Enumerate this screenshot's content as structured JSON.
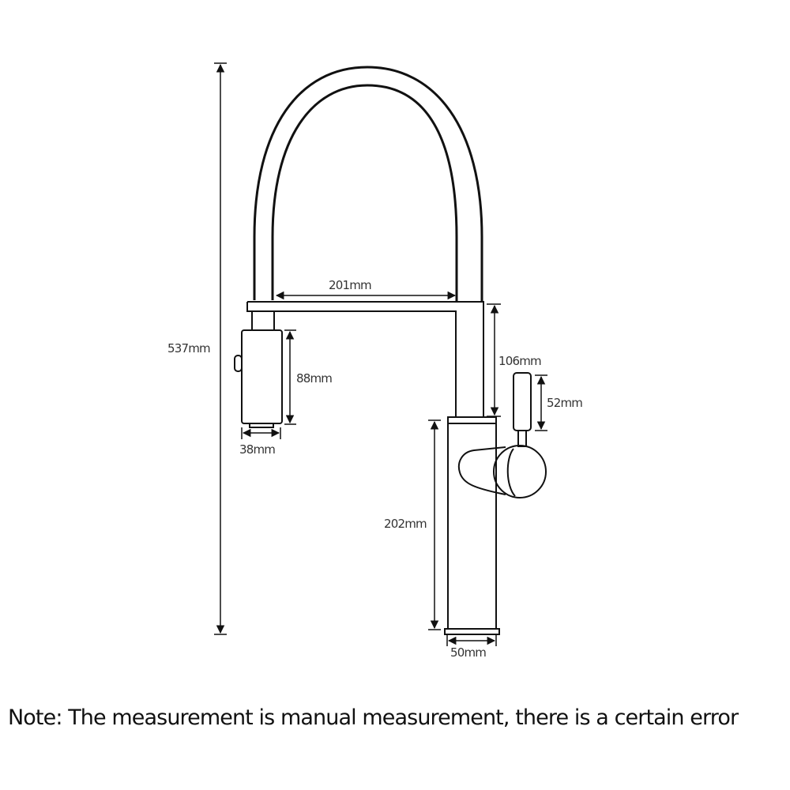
{
  "diagram": {
    "title": "Pull-down kitchen faucet dimensions",
    "dimensions": {
      "total_height": "537mm",
      "spout_reach": "201mm",
      "arm_height": "106mm",
      "lever_height": "52mm",
      "sprayer_height": "88mm",
      "sprayer_width": "38mm",
      "body_height": "202mm",
      "base_diameter": "50mm"
    },
    "colors": {
      "line": "#111111",
      "text": "#333333",
      "background": "#ffffff"
    }
  },
  "note": "Note: The measurement is manual measurement, there is a certain error"
}
